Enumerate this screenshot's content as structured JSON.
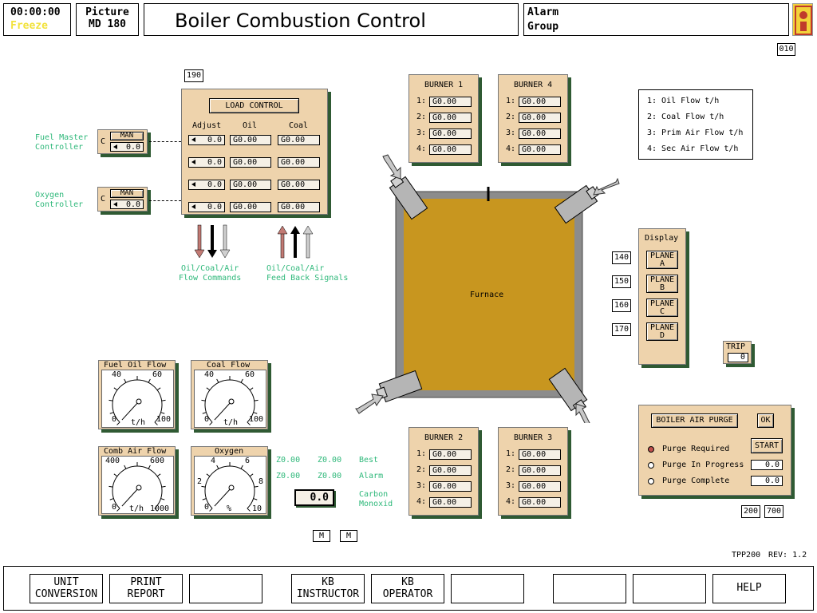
{
  "header": {
    "time": "00:00:00",
    "freeze": "Freeze",
    "picture_label": "Picture",
    "picture_id": "MD 180",
    "title": "Boiler Combustion Control",
    "alarm_label": "Alarm",
    "group_label": "Group"
  },
  "tags": {
    "t010": "010",
    "t190": "190",
    "t140": "140",
    "t150": "150",
    "t160": "160",
    "t170": "170",
    "t200": "200",
    "t700": "700"
  },
  "load_control": {
    "title": "LOAD CONTROL",
    "cols": {
      "adjust": "Adjust",
      "oil": "Oil",
      "coal": "Coal"
    },
    "rows": [
      {
        "adj": "0.0",
        "oil": "G0.00",
        "coal": "G0.00"
      },
      {
        "adj": "0.0",
        "oil": "G0.00",
        "coal": "G0.00"
      },
      {
        "adj": "0.0",
        "oil": "G0.00",
        "coal": "G0.00"
      },
      {
        "adj": "0.0",
        "oil": "G0.00",
        "coal": "G0.00"
      }
    ]
  },
  "controllers": [
    {
      "name": "Fuel Master",
      "name2": "Controller",
      "c": "C",
      "mode": "MAN",
      "value": "0.0"
    },
    {
      "name": "Oxygen",
      "name2": "Controller",
      "c": "C",
      "mode": "MAN",
      "value": "0.0"
    }
  ],
  "signals": {
    "commands1": "Oil/Coal/Air",
    "commands2": "Flow Commands",
    "feedback1": "Oil/Coal/Air",
    "feedback2": "Feed Back Signals"
  },
  "burners": {
    "b1": {
      "title": "BURNER 1",
      "rows": [
        "G0.00",
        "G0.00",
        "G0.00",
        "G0.00"
      ]
    },
    "b4": {
      "title": "BURNER 4",
      "rows": [
        "G0.00",
        "G0.00",
        "G0.00",
        "G0.00"
      ]
    },
    "b2": {
      "title": "BURNER 2",
      "rows": [
        "G0.00",
        "G0.00",
        "G0.00",
        "G0.00"
      ]
    },
    "b3": {
      "title": "BURNER 3",
      "rows": [
        "G0.00",
        "G0.00",
        "G0.00",
        "G0.00"
      ]
    },
    "row_labels": [
      "1:",
      "2:",
      "3:",
      "4:"
    ]
  },
  "legend": [
    "1: Oil Flow   t/h",
    "2: Coal Flow   t/h",
    "3: Prim Air Flow   t/h",
    "4: Sec Air Flow   t/h"
  ],
  "furnace": {
    "label": "Furnace"
  },
  "display": {
    "title": "Display",
    "planes": [
      {
        "l1": "PLANE",
        "l2": "A"
      },
      {
        "l1": "PLANE",
        "l2": "B"
      },
      {
        "l1": "PLANE",
        "l2": "C"
      },
      {
        "l1": "PLANE",
        "l2": "D"
      }
    ]
  },
  "trip": {
    "label": "TRIP",
    "value": "0"
  },
  "purge": {
    "title": "BOILER AIR PURGE",
    "ok": "OK",
    "start": "START",
    "required": "Purge Required",
    "in_progress": "Purge In Progress",
    "in_progress_value": "0.0",
    "complete": "Purge Complete",
    "complete_value": "0.0",
    "required_indicator_color": "#c0504d"
  },
  "gauges": [
    {
      "title": "Fuel Oil Flow",
      "min": "0",
      "t1": "40",
      "t2": "60",
      "max": "100",
      "unit": "t/h",
      "value_fraction": 0.0
    },
    {
      "title": "Coal Flow",
      "min": "0",
      "t1": "40",
      "t2": "60",
      "max": "100",
      "unit": "t/h",
      "value_fraction": 0.0
    },
    {
      "title": "Comb Air Flow",
      "min": "0",
      "t1": "400",
      "t2": "600",
      "max": "1000",
      "unit": "t/h",
      "value_fraction": 0.0
    },
    {
      "title": "Oxygen",
      "min": "0",
      "t1": "4",
      "t2": "6",
      "max": "10",
      "unit": "%",
      "left": "2",
      "right": "8",
      "value_fraction": 0.0
    }
  ],
  "co": {
    "v1": "Z0.00",
    "v2": "Z0.00",
    "best": "Best",
    "v3": "Z0.00",
    "v4": "Z0.00",
    "alarm": "Alarm",
    "value": "0.0",
    "label1": "Carbon",
    "label2": "Monoxid"
  },
  "m_buttons": [
    "M",
    "M"
  ],
  "footer": {
    "tpp": "TPP200",
    "rev": "REV: 1.2"
  },
  "softkeys": [
    {
      "l1": "UNIT",
      "l2": "CONVERSION"
    },
    {
      "l1": "PRINT",
      "l2": "REPORT"
    },
    {
      "l1": "",
      "l2": ""
    },
    {
      "l1": "KB",
      "l2": "INSTRUCTOR"
    },
    {
      "l1": "KB",
      "l2": "OPERATOR"
    },
    {
      "l1": "",
      "l2": ""
    },
    {
      "l1": "",
      "l2": ""
    },
    {
      "l1": "",
      "l2": ""
    },
    {
      "l1": "HELP",
      "l2": ""
    }
  ],
  "colors": {
    "panel": "#eed3ac",
    "shadow": "#2f5a33",
    "furnace": "#c8961f",
    "frame": "#8c8c8c",
    "green_text": "#2eb87a",
    "arrow_red": "#c27a74"
  }
}
